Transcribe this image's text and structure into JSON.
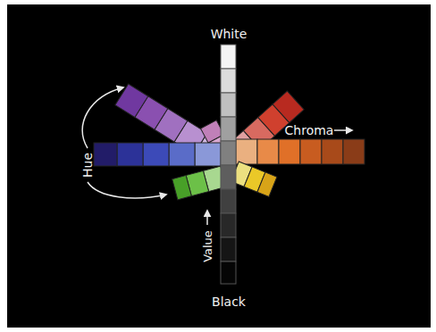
{
  "diagram": {
    "labels": [
      "White",
      "Chroma",
      "Hue",
      "Value",
      "Black"
    ]
  }
}
